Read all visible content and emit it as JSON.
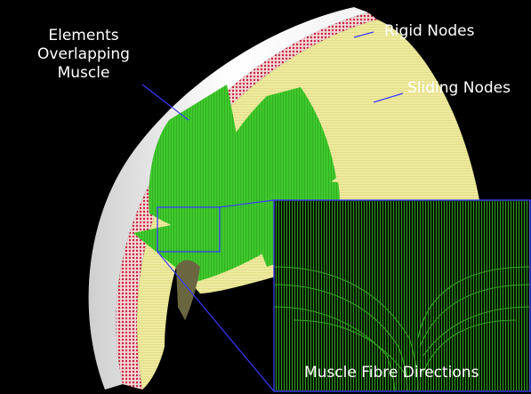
{
  "labels": {
    "elements_overlapping": [
      "Elements",
      "Overlapping",
      "Muscle"
    ],
    "rigid_nodes": "Rigid Nodes",
    "sliding_nodes": "Sliding Nodes",
    "muscle_fibre_directions": "Muscle Fibre Directions"
  },
  "colors": {
    "background": "#000000",
    "rigid_nodes": "#c81e3c",
    "sliding_nodes": "#ece89a",
    "muscle_elements": "#3cc82a",
    "outer_shell": "#ffffff",
    "callout_line": "#3a3aff",
    "fibre_lines": "#2e9a1c"
  }
}
